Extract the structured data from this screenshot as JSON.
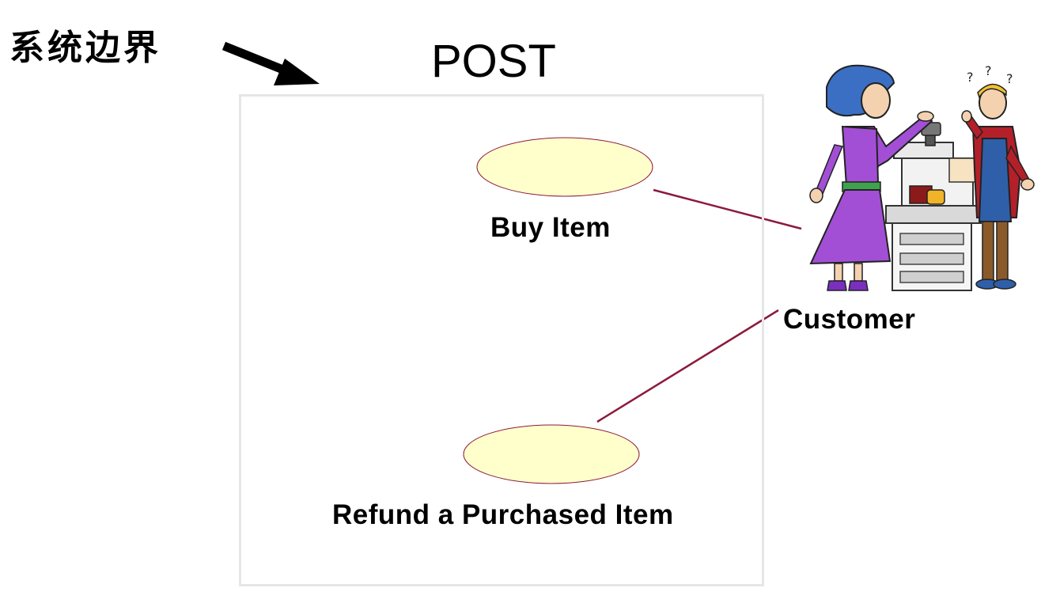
{
  "boundary_annotation": "系统边界",
  "system": {
    "name": "POST"
  },
  "use_cases": [
    {
      "label": "Buy Item"
    },
    {
      "label": "Refund a Purchased Item"
    }
  ],
  "actor": {
    "label": "Customer",
    "icon": "customer-cashier-illustration"
  },
  "colors": {
    "use_case_fill": "#ffffcc",
    "use_case_stroke": "#8c1a3c",
    "association_line": "#8c1a3c",
    "boundary_border": "#e6e6e6",
    "arrow": "#000000"
  }
}
